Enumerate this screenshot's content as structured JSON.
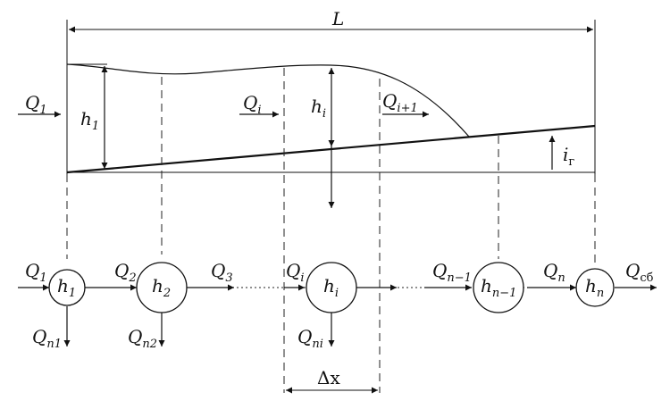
{
  "top": {
    "length_label": "L",
    "inflow": {
      "main": "Q",
      "sub": "1"
    },
    "depth_first": {
      "main": "h",
      "sub": "1"
    },
    "flow_i": {
      "main": "Q",
      "sub": "i"
    },
    "depth_i": {
      "main": "h",
      "sub": "i"
    },
    "flow_i_next": {
      "main": "Q",
      "sub": "i+1"
    },
    "slope": {
      "main": "i",
      "sub": "г"
    }
  },
  "bottom": {
    "nodes": [
      {
        "main": "h",
        "sub": "1"
      },
      {
        "main": "h",
        "sub": "2"
      },
      {
        "main": "h",
        "sub": "i"
      },
      {
        "main": "h",
        "sub": "n−1"
      },
      {
        "main": "h",
        "sub": "n"
      }
    ],
    "inflows": [
      {
        "main": "Q",
        "sub": "1"
      },
      {
        "main": "Q",
        "sub": "2"
      },
      {
        "main": "Q",
        "sub": "3"
      },
      {
        "main": "Q",
        "sub": "i"
      },
      {
        "main": "Q",
        "sub": "n−1"
      },
      {
        "main": "Q",
        "sub": "n"
      },
      {
        "main": "Q",
        "sub": "сб"
      }
    ],
    "losses": [
      {
        "main": "Q",
        "sub": "п1"
      },
      {
        "main": "Q",
        "sub": "п2"
      },
      {
        "main": "Q",
        "sub": "пi"
      }
    ],
    "step_label": "Δx"
  }
}
